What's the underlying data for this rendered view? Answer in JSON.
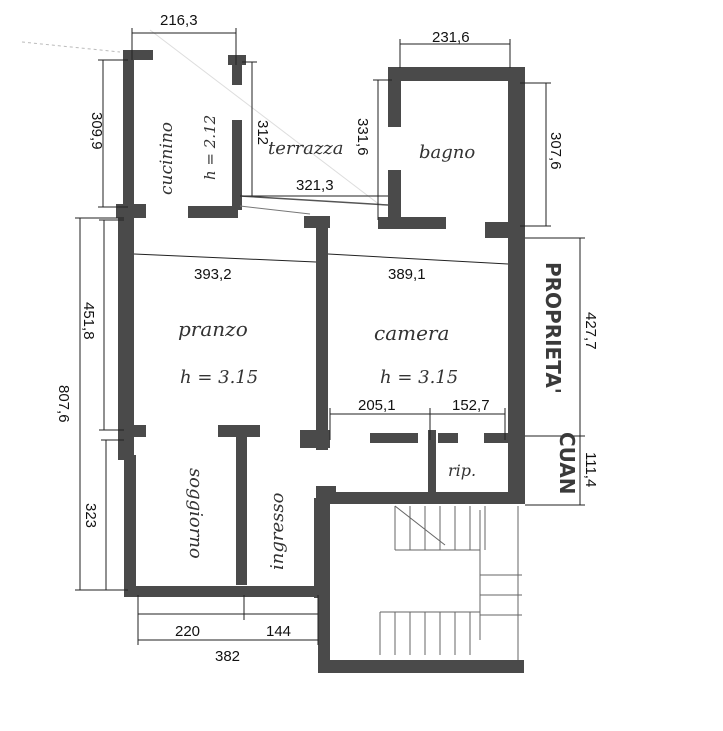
{
  "dimensions": {
    "cucinino_width": "216,3",
    "cucinino_height": "309,9",
    "terrazza_height": "312",
    "terrazza_width": "321,3",
    "bagno_left_height": "331,6",
    "bagno_width": "231,6",
    "bagno_right_height": "307,6",
    "pranzo_width": "393,2",
    "camera_width": "389,1",
    "pranzo_height": "451,8",
    "total_height": "807,6",
    "soggiorno_height": "323",
    "camera_height": "427,7",
    "corridor_width": "205,1",
    "rip_width": "152,7",
    "rip_height": "111,4",
    "bottom_left": "220",
    "bottom_right": "144",
    "bottom_total": "382"
  },
  "rooms": {
    "cucinino": "cucinino",
    "cucinino_h": "h = 2.12",
    "terrazza": "terrazza",
    "bagno": "bagno",
    "pranzo": "pranzo",
    "pranzo_h": "h = 3.15",
    "camera": "camera",
    "camera_h": "h = 3.15",
    "rip": "rip.",
    "soggiorno": "soggiorno",
    "ingresso": "ingresso"
  },
  "labels": {
    "proprieta": "PROPRIETA'",
    "cuan": "CUAN"
  }
}
